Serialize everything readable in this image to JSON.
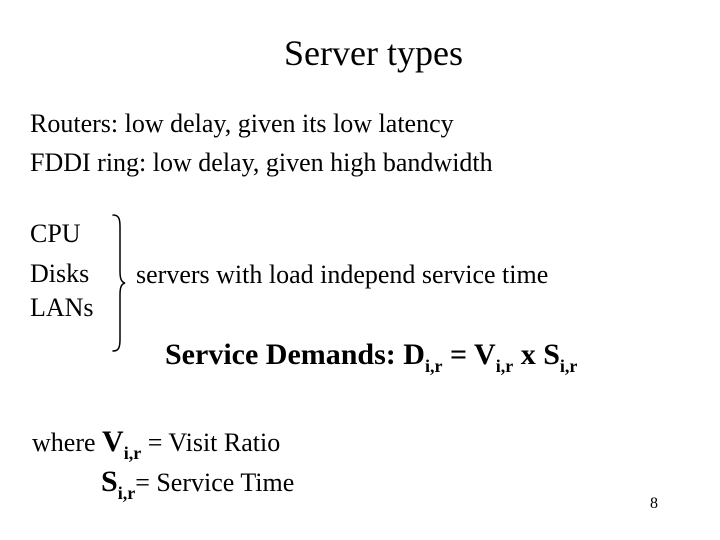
{
  "slide": {
    "title": "Server types",
    "bullets": [
      "Routers: low delay, given its low latency",
      "FDDI ring: low delay, given high bandwidth"
    ],
    "server_group": {
      "items": [
        "CPU",
        "Disks",
        "LANs"
      ],
      "caption": "servers with load independ service time"
    },
    "formula": {
      "label": "Service Demands:",
      "d_symbol": "D",
      "v_symbol": "V",
      "s_symbol": "S",
      "subscript": "i,r",
      "equals": "=",
      "times": "x"
    },
    "definitions": {
      "keyword": "where",
      "entries": [
        {
          "symbol": "V",
          "sub": "i,r",
          "text": "= Visit Ratio"
        },
        {
          "symbol": "S",
          "sub": "i,r",
          "text": "= Service Time"
        }
      ]
    },
    "page_number": "8",
    "colors": {
      "background": "#ffffff",
      "text": "#000000"
    }
  }
}
